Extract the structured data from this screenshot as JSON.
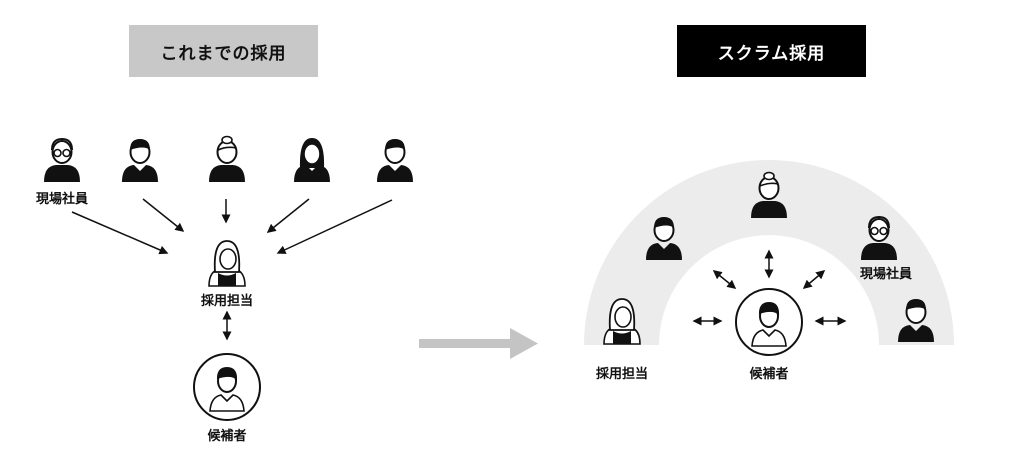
{
  "left": {
    "title": "これまでの採用",
    "labels": {
      "employees": "現場社員",
      "recruiter": "採用担当",
      "candidate": "候補者"
    }
  },
  "right": {
    "title": "スクラム採用",
    "labels": {
      "employees": "現場社員",
      "recruiter": "採用担当",
      "candidate": "候補者"
    }
  },
  "colors": {
    "left_title_bg": "#c8c8c8",
    "right_title_bg": "#000000",
    "arc_fill": "#ececec",
    "transition_arrow": "#c4c4c4"
  }
}
